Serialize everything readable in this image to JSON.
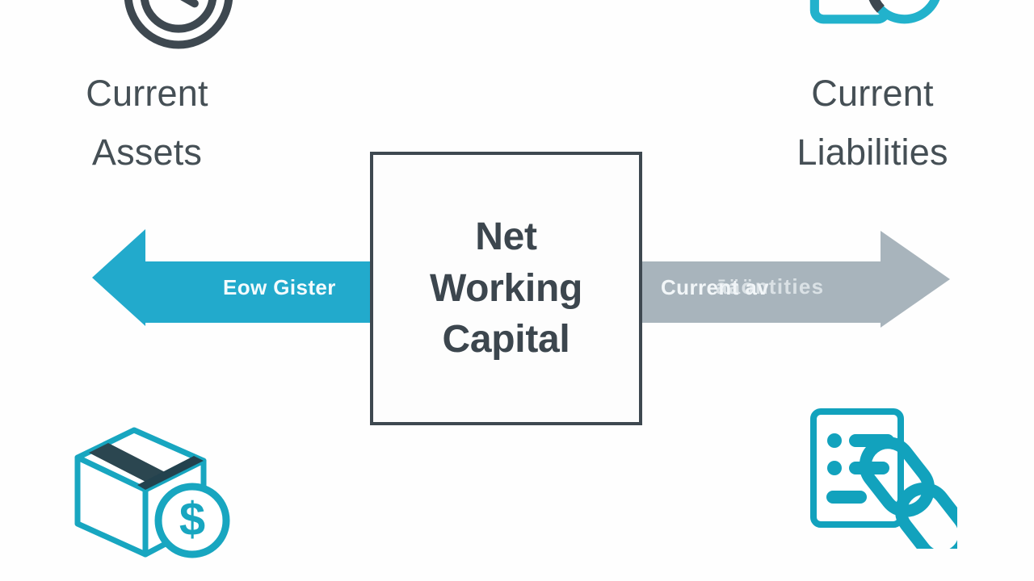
{
  "diagram": {
    "title": "Net Working Capital",
    "background_color": "#fefefe",
    "accent_teal": "#22aacc",
    "accent_gray": "#a8b4bc",
    "text_dark": "#3c464e"
  },
  "center_box": {
    "label": "Net\nWorking\nCapital",
    "border_color": "#3e4850",
    "fill_color": "#fdfdfd"
  },
  "left_side": {
    "label": "Current\nAssets",
    "arrow": {
      "label": "Eow Gister",
      "direction": "left",
      "color": "#22aacc"
    },
    "icons": [
      {
        "name": "clock-coin-icon",
        "color": "#3e4850"
      },
      {
        "name": "box-dollar-icon",
        "color": "#18a6c0"
      }
    ]
  },
  "right_side": {
    "label": "Current\nLiabilities",
    "arrow": {
      "label": "Current av",
      "label_overlap": "āäöntities",
      "direction": "right",
      "color": "#a8b4bc"
    },
    "icons": [
      {
        "name": "invoice-clock-icon",
        "color": "#22b2cc"
      },
      {
        "name": "document-link-icon",
        "color": "#12a2bd"
      }
    ]
  }
}
